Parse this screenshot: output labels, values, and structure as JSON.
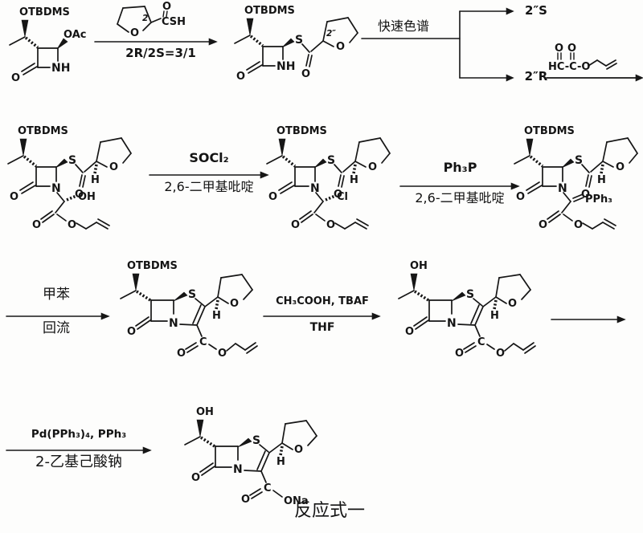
{
  "atoms": {
    "OTBDMS": "OTBDMS",
    "OAc": "OAc",
    "NH": "NH",
    "N": "N",
    "O": "O",
    "S": "S",
    "H": "H",
    "C": "C",
    "Cl": "Cl",
    "OH": "OH",
    "ONa": "ONa",
    "PPh3": "PPh₃",
    "CSH": "CSH",
    "HCCO": "HC-C-O",
    "pos2": "2",
    "pos2pp": "2″"
  },
  "labels": {
    "r1_below": "2R/2S=3/1",
    "flash": "快速色谱",
    "isomer_s": "2″S",
    "isomer_r": "2″R",
    "socl2": "SOCl₂",
    "lutidine": "2,6-二甲基吡啶",
    "ph3p": "Ph₃P",
    "toluene": "甲苯",
    "reflux": "回流",
    "acoh_tbaf": "CH₃COOH, TBAF",
    "thf": "THF",
    "pd": "Pd(PPh₃)₄, PPh₃",
    "na_hex": "2-乙基己酸钠",
    "caption": "反应式一"
  }
}
